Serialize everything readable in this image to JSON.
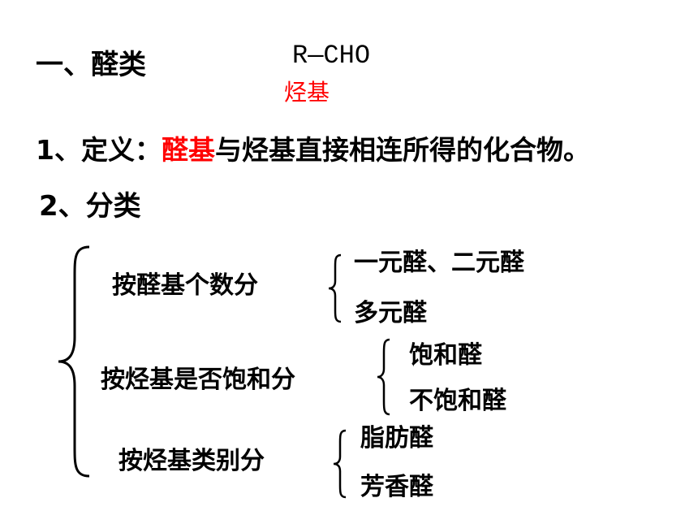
{
  "heading": {
    "title": "一、醛类",
    "formula": "R—CHO",
    "formula_note": "烃基"
  },
  "definition": {
    "label": "1、定义：",
    "highlight": "醛基",
    "text": "与烃基直接相连所得的化合物。"
  },
  "classification": {
    "label": "2、分类",
    "groups": [
      {
        "criterion": "按醛基个数分",
        "options": [
          "一元醛、二元醛",
          "多元醛"
        ]
      },
      {
        "criterion": "按烃基是否饱和分",
        "options": [
          "饱和醛",
          "不饱和醛"
        ]
      },
      {
        "criterion": "按烃基类别分",
        "options": [
          "脂肪醛",
          "芳香醛"
        ]
      }
    ]
  },
  "colors": {
    "highlight": "#ff0000",
    "text": "#000000"
  }
}
